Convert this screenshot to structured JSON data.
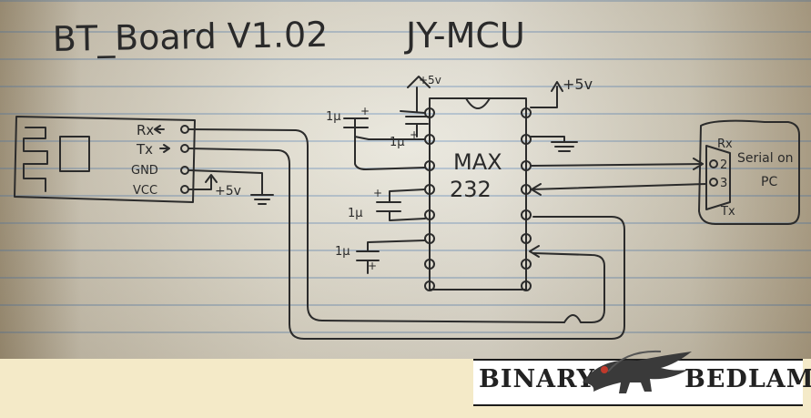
{
  "title": {
    "board": "BT_Board V1.02",
    "module": "JY-MCU"
  },
  "bt_module": {
    "pins": [
      "Rx",
      "Tx",
      "GND",
      "VCC"
    ],
    "supply": "+5v"
  },
  "chip": {
    "name_line1": "MAX",
    "name_line2": "232",
    "supply": "+5v"
  },
  "capacitors": [
    "1µ",
    "1µ",
    "1µ",
    "1µ"
  ],
  "cap_polarity": "+",
  "serial": {
    "rx": "Rx",
    "tx": "Tx",
    "pin2": "2",
    "pin3": "3",
    "label_line1": "Serial on",
    "label_line2": "PC"
  },
  "logo": {
    "left": "BINARY",
    "right": "BEDLAM"
  }
}
